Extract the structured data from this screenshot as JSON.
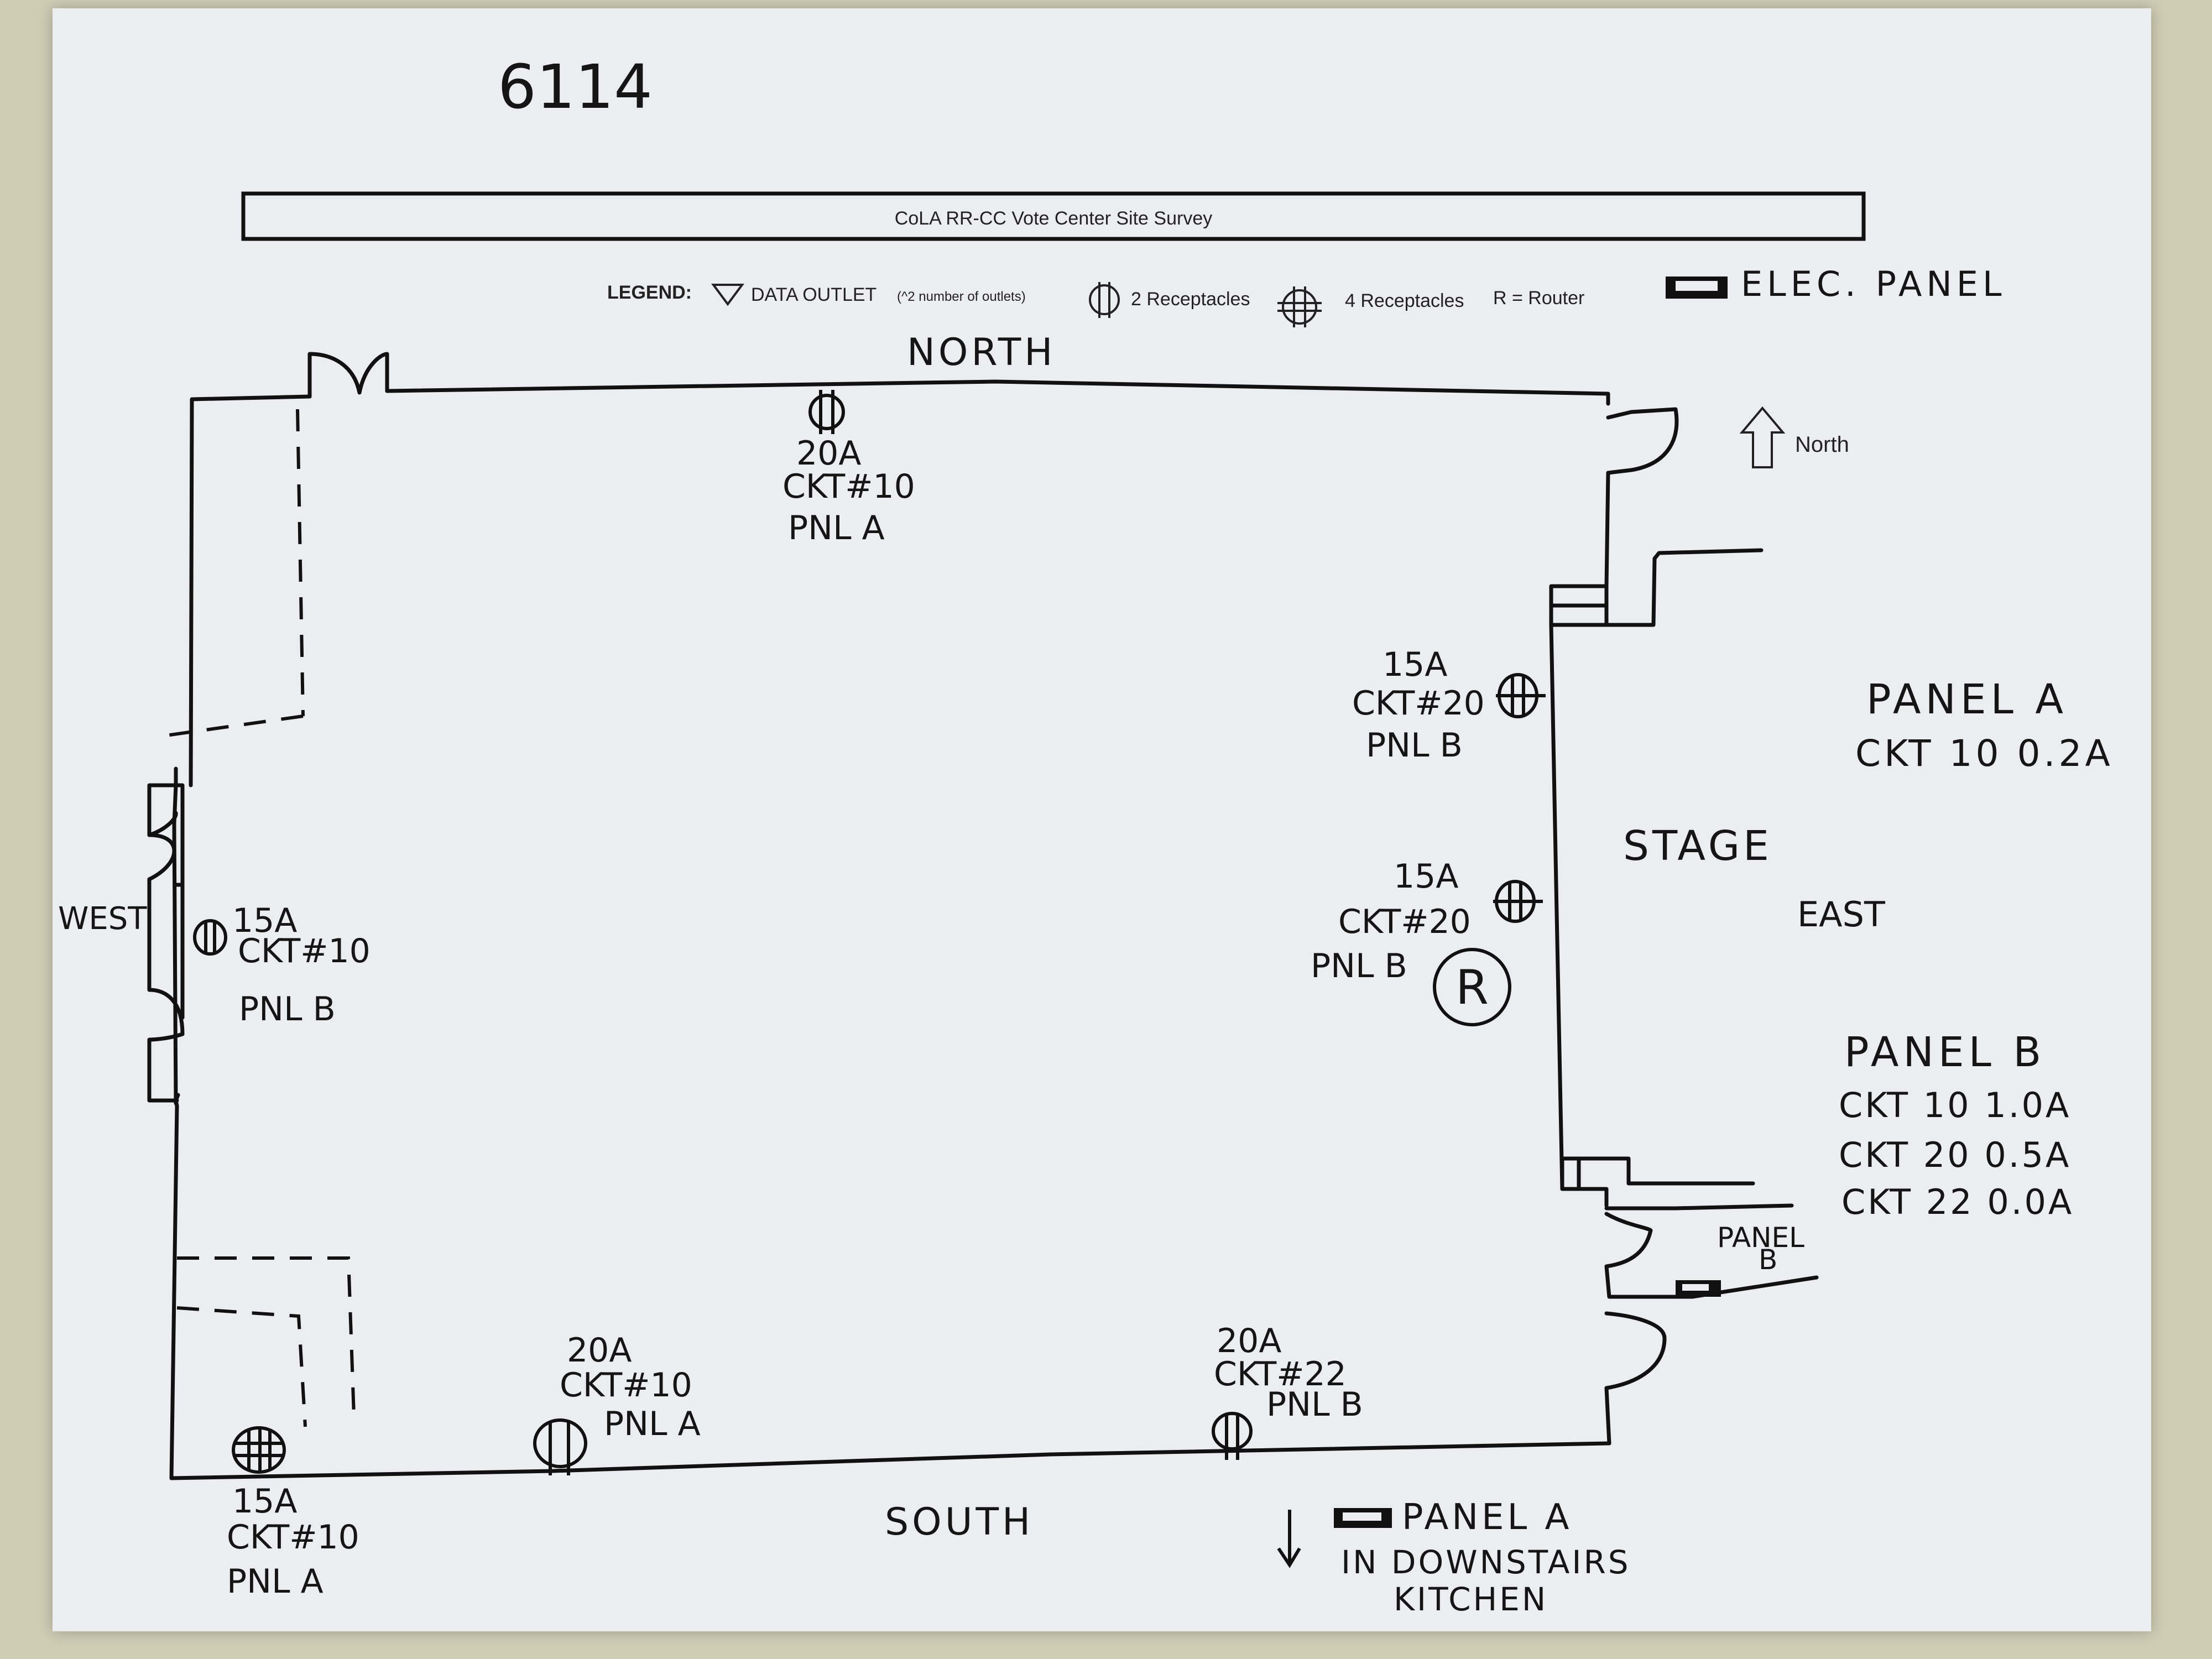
{
  "survey_number": "6114",
  "title": "CoLA RR-CC Vote Center Site Survey",
  "legend": {
    "label": "LEGEND:",
    "data_outlet": "DATA OUTLET",
    "data_outlet_note": "(^2 number of outlets)",
    "two_receptacles": "2 Receptacles",
    "four_receptacles": "4 Receptacles",
    "router": "R = Router",
    "elec_panel": "ELEC. PANEL"
  },
  "compass": {
    "north_arrow_label": "North"
  },
  "walls": {
    "north": "NORTH",
    "south": "SOUTH",
    "west": "WEST",
    "east": "EAST",
    "stage": "STAGE"
  },
  "receptacles": {
    "north": [
      "20A",
      "CKT#10",
      "PNL A"
    ],
    "east_upper": [
      "15A",
      "CKT#20",
      "PNL B"
    ],
    "east_lower": [
      "15A",
      "CKT#20",
      "PNL B"
    ],
    "west": [
      "15A",
      "CKT#10",
      "PNL B"
    ],
    "south_left": [
      "20A",
      "CKT#10",
      "PNL A"
    ],
    "south_right": [
      "20A",
      "CKT#22",
      "PNL B"
    ],
    "southwest_corner": [
      "15A",
      "CKT#10",
      "PNL A"
    ]
  },
  "router_label": "R",
  "panel_a_summary": {
    "title": "PANEL A",
    "rows": [
      "CKT  10  0.2A"
    ]
  },
  "panel_b_summary": {
    "title": "PANEL B",
    "rows": [
      "CKT  10   1.0A",
      "CKT  20  0.5A",
      "CKT  22  0.0A"
    ]
  },
  "panel_b_location": [
    "PANEL",
    "B"
  ],
  "panel_a_location": [
    "PANEL A",
    "IN DOWNSTAIRS",
    "KITCHEN"
  ]
}
